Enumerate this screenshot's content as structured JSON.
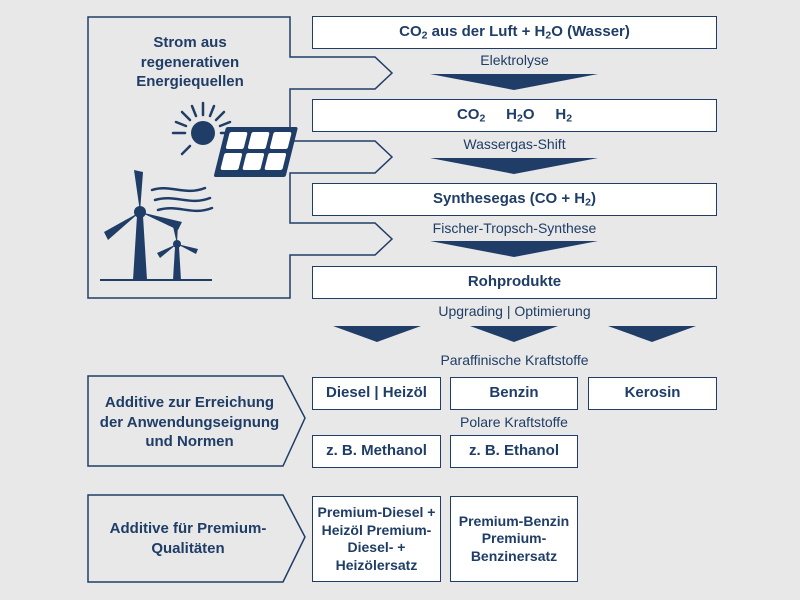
{
  "source": {
    "label": "Strom aus regenerativen Energiequellen",
    "icons": [
      "sun-icon",
      "solar-panel-icon",
      "wind-icon",
      "wind-turbine-icon"
    ]
  },
  "process": {
    "box1": {
      "a": "CO",
      "sub1": "2",
      "b": " aus der Luft + H",
      "sub2": "2",
      "c": "O (Wasser)"
    },
    "step1": "Elektrolyse",
    "box2": {
      "co2": "CO",
      "co2_sub": "2",
      "h2o_a": "H",
      "h2o_sub": "2",
      "h2o_b": "O",
      "h2": "H",
      "h2_sub": "2"
    },
    "step2": "Wassergas-Shift",
    "box3": {
      "a": "Synthesegas (CO + H",
      "sub": "2",
      "b": ")"
    },
    "step3": "Fischer-Tropsch-Synthese",
    "box4": "Rohprodukte",
    "step4": "Upgrading | Optimierung"
  },
  "fuels": {
    "paraffin_label": "Paraffinische Kraftstoffe",
    "diesel": "Diesel | Heizöl",
    "benzin": "Benzin",
    "kerosin": "Kerosin",
    "polar_label": "Polare Kraftstoffe",
    "methanol": "z. B. Methanol",
    "ethanol": "z. B. Ethanol"
  },
  "additives": {
    "norms_label": "Additive zur Erreichung der Anwendungseignung und Normen",
    "premium_label": "Additive für Premium-Qualitäten",
    "premium_diesel": "Premium-Diesel + Heizöl Premium-Diesel- + Heizölersatz",
    "premium_benzin": "Premium-Benzin Premium-Benzinersatz"
  },
  "colors": {
    "navy": "#1f3d66",
    "background": "#e8e8e8",
    "box_fill": "#ffffff"
  }
}
